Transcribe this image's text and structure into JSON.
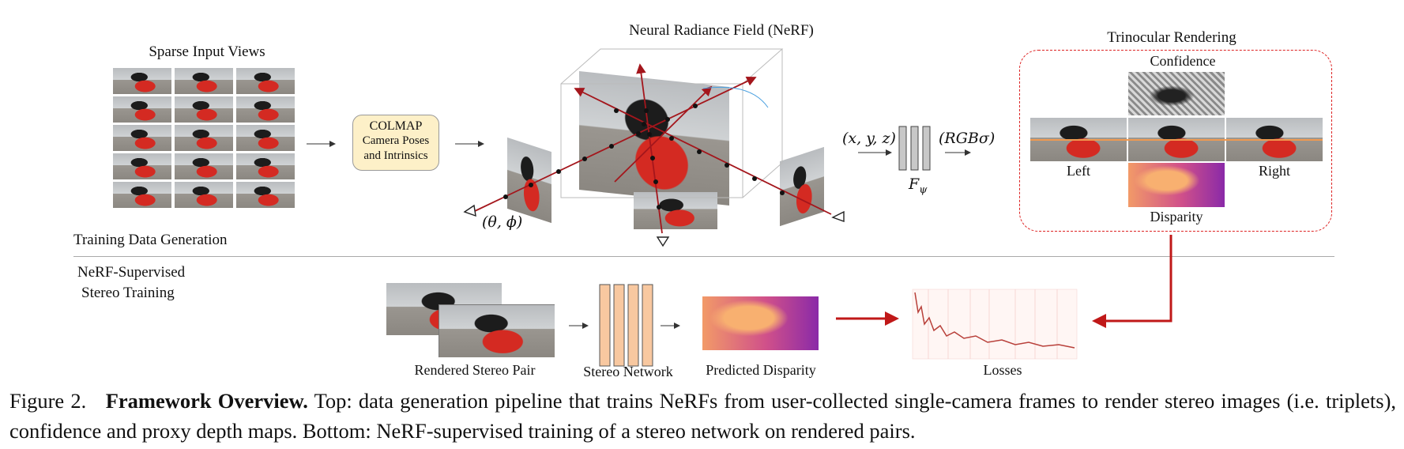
{
  "figure": {
    "sparse_input_views": "Sparse Input Views",
    "colmap_title": "COLMAP",
    "colmap_line1": "Camera Poses",
    "colmap_line2": "and Intrinsics",
    "nerf_title": "Neural Radiance Field (NeRF)",
    "theta_phi": "(θ, ϕ)",
    "xyz": "(x, y, z)",
    "rgb_sigma": "(RGBσ)",
    "f_psi": "F",
    "f_psi_sub": "ψ",
    "trinocular": "Trinocular Rendering",
    "confidence": "Confidence",
    "left": "Left",
    "right": "Right",
    "disparity": "Disparity",
    "training_data_generation": "Training Data Generation",
    "nerf_supervised_line1": "NeRF-Supervised",
    "nerf_supervised_line2": "Stereo Training",
    "rendered_stereo_pair": "Rendered Stereo Pair",
    "stereo_network": "Stereo Network",
    "predicted_disparity": "Predicted Disparity",
    "losses": "Losses"
  },
  "caption": {
    "prefix": "Figure 2.",
    "bold": "Framework Overview.",
    "text": "Top: data generation pipeline that trains NeRFs from user-collected single-camera frames to render stereo images (i.e. triplets), confidence and proxy depth maps. Bottom: NeRF-supervised training of a stereo network on rendered pairs."
  },
  "colors": {
    "accent_red": "#c01818",
    "colmap_fill": "#fdf0c8",
    "network_fill": "#f8c8a0"
  }
}
